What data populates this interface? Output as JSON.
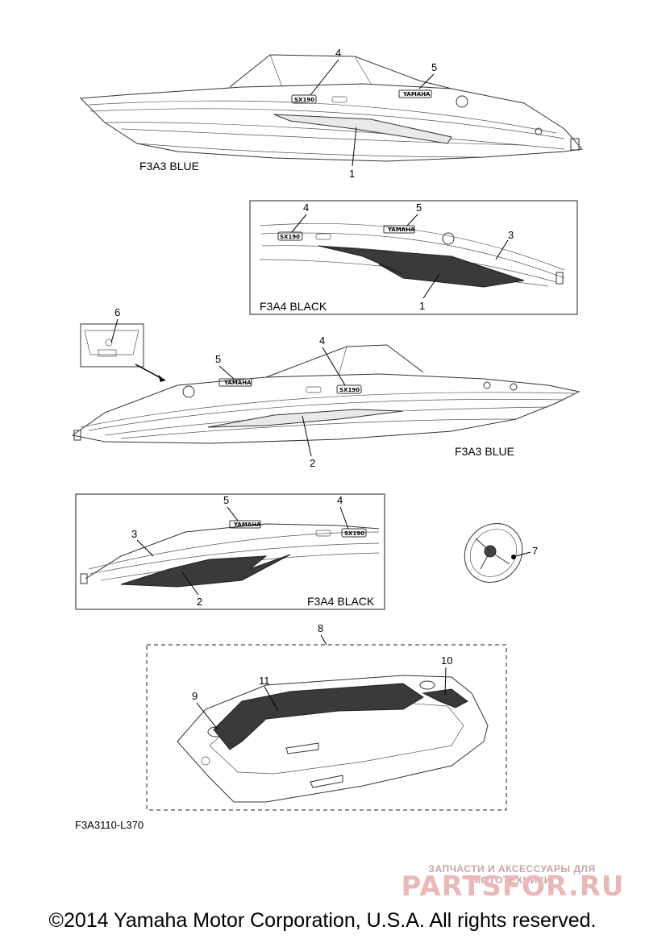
{
  "views": {
    "top_boat_label": "F3A3 BLUE",
    "box1_label": "F3A4 BLACK",
    "mid_boat_label": "F3A3 BLUE",
    "box2_label": "F3A4 BLACK",
    "drawing_code": "F3A3110-L370"
  },
  "callouts": {
    "top": [
      "4",
      "5",
      "1"
    ],
    "box1": [
      "4",
      "5",
      "3",
      "1"
    ],
    "inset": [
      "6"
    ],
    "mid": [
      "5",
      "4",
      "2"
    ],
    "box2": [
      "5",
      "4",
      "3",
      "2"
    ],
    "wheel": [
      "7"
    ],
    "deck": [
      "8",
      "11",
      "10",
      "9"
    ]
  },
  "badges": {
    "model": "SX190",
    "brand": "YAMAHA"
  },
  "watermark": {
    "small": "ЗАПЧАСТИ И АКСЕССУАРЫ ДЛЯ МОТОТЕХНИКИ",
    "big": "PARTSFOR.RU"
  },
  "footer": {
    "copyright": "©2014 Yamaha Motor Corporation, U.S.A. All rights reserved."
  }
}
